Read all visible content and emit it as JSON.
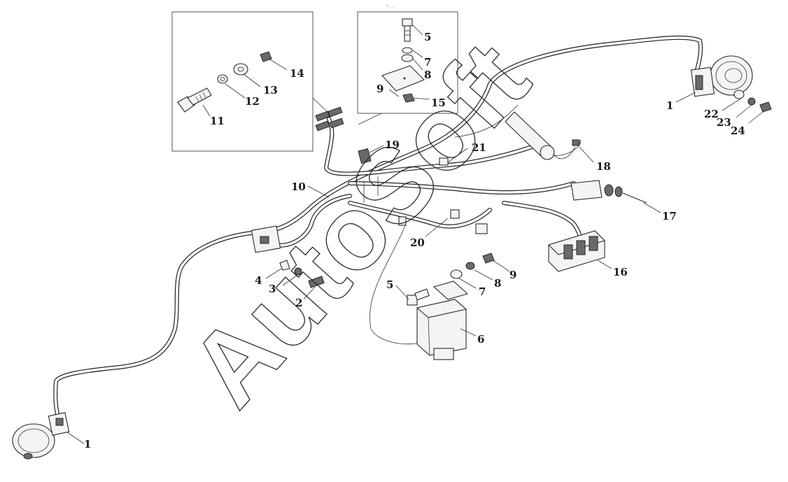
{
  "diagram": {
    "watermark": "AutoSoft",
    "inset_caption": "\"- ...",
    "callouts": [
      {
        "id": "c1a",
        "text": "1"
      },
      {
        "id": "c1b",
        "text": "1"
      },
      {
        "id": "c2",
        "text": "2"
      },
      {
        "id": "c3",
        "text": "3"
      },
      {
        "id": "c4",
        "text": "4"
      },
      {
        "id": "c5a",
        "text": "5"
      },
      {
        "id": "c5b",
        "text": "5"
      },
      {
        "id": "c6",
        "text": "6"
      },
      {
        "id": "c7a",
        "text": "7"
      },
      {
        "id": "c7b",
        "text": "7"
      },
      {
        "id": "c8a",
        "text": "8"
      },
      {
        "id": "c8b",
        "text": "8"
      },
      {
        "id": "c9a",
        "text": "9"
      },
      {
        "id": "c9b",
        "text": "9"
      },
      {
        "id": "c10",
        "text": "10"
      },
      {
        "id": "c11",
        "text": "11"
      },
      {
        "id": "c12",
        "text": "12"
      },
      {
        "id": "c13",
        "text": "13"
      },
      {
        "id": "c14",
        "text": "14"
      },
      {
        "id": "c15",
        "text": "15"
      },
      {
        "id": "c16",
        "text": "16"
      },
      {
        "id": "c17",
        "text": "17"
      },
      {
        "id": "c18",
        "text": "18"
      },
      {
        "id": "c19",
        "text": "19"
      },
      {
        "id": "c20",
        "text": "20"
      },
      {
        "id": "c21",
        "text": "21"
      },
      {
        "id": "c22",
        "text": "22"
      },
      {
        "id": "c23",
        "text": "23"
      },
      {
        "id": "c24",
        "text": "24"
      }
    ]
  }
}
